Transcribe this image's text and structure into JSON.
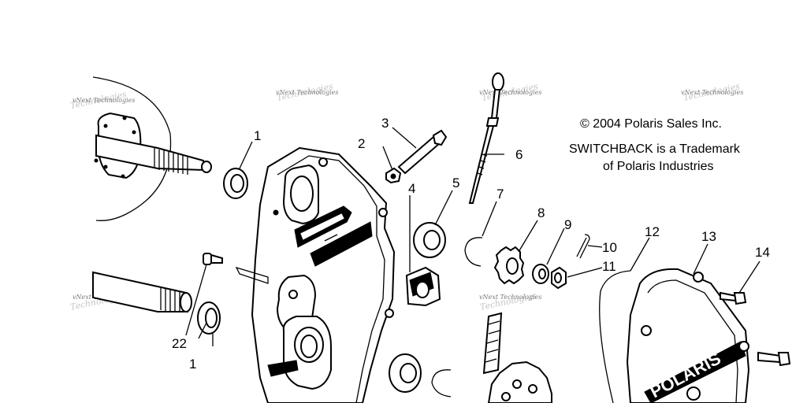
{
  "copyright": "© 2004 Polaris Sales Inc.",
  "trademark_line1": "SWITCHBACK is a Trademark",
  "trademark_line2": "of Polaris Industries",
  "watermark_text": "vNext Technologies",
  "watermark_text_alt": "Technologies",
  "logo_text": "POLARIS",
  "callouts": {
    "c1a": "1",
    "c1b": "1",
    "c2": "2",
    "c3": "3",
    "c4": "4",
    "c5": "5",
    "c6": "6",
    "c7": "7",
    "c8": "8",
    "c9": "9",
    "c10": "10",
    "c11": "11",
    "c12": "12",
    "c13": "13",
    "c14": "14",
    "c22": "22"
  }
}
